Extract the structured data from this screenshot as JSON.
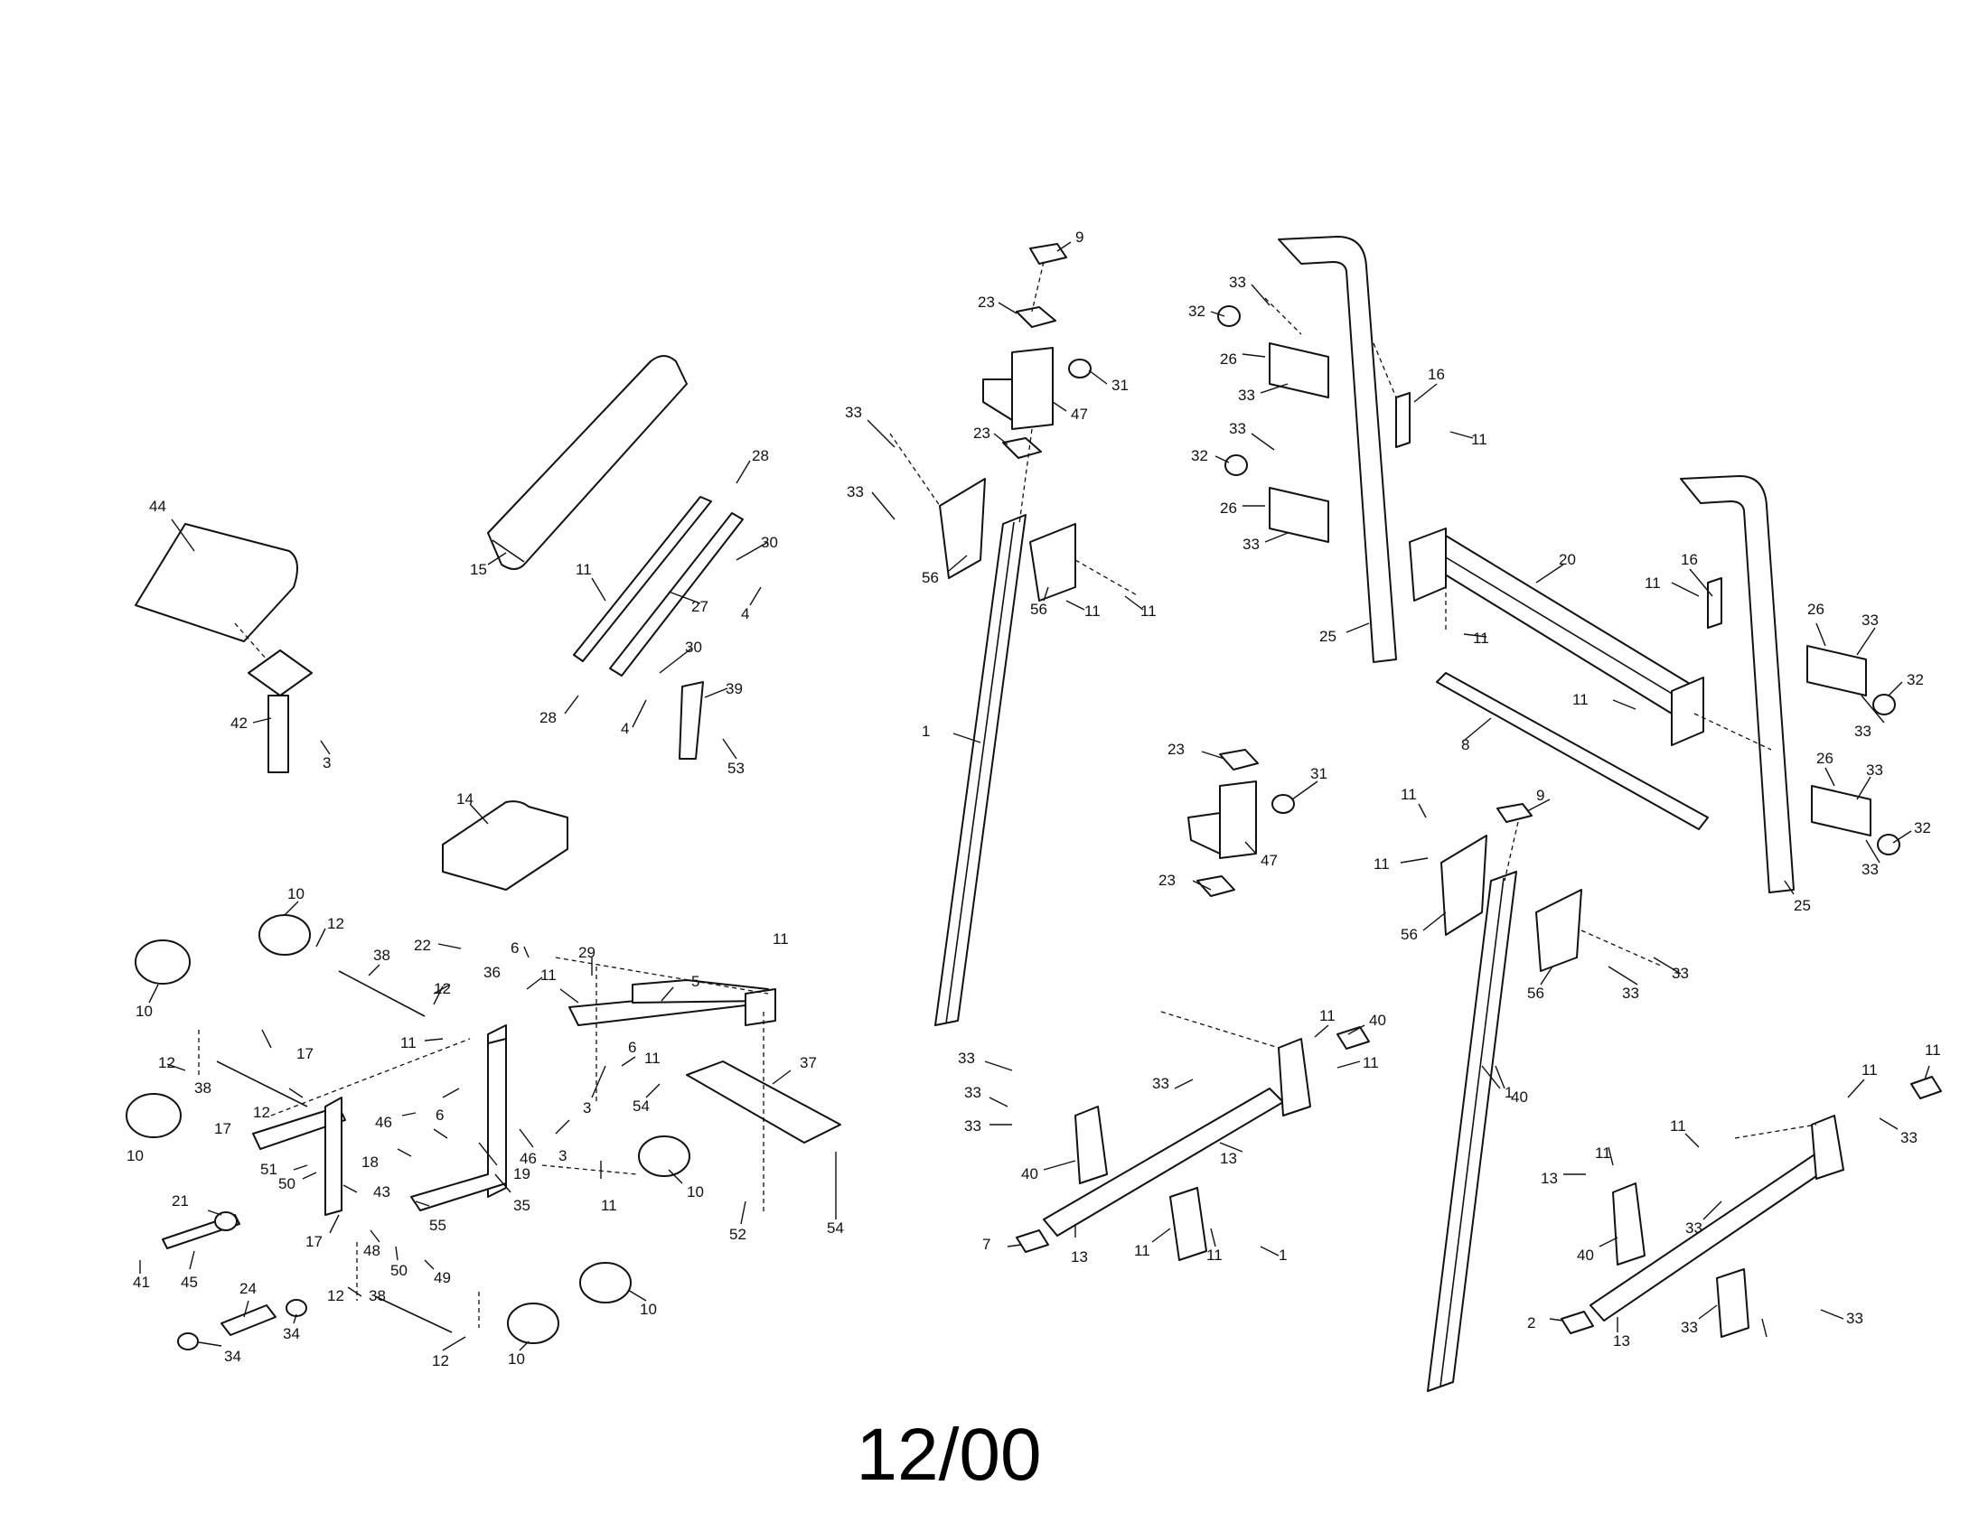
{
  "diagram": {
    "type": "exploded-parts-view",
    "footer_date": "12/00",
    "callouts": [
      {
        "id": "c1",
        "text": "9"
      },
      {
        "id": "c2",
        "text": "23"
      },
      {
        "id": "c3",
        "text": "31"
      },
      {
        "id": "c4",
        "text": "47"
      },
      {
        "id": "c5",
        "text": "23"
      },
      {
        "id": "c6",
        "text": "33"
      },
      {
        "id": "c7",
        "text": "33"
      },
      {
        "id": "c8",
        "text": "56"
      },
      {
        "id": "c9",
        "text": "56"
      },
      {
        "id": "c10",
        "text": "11"
      },
      {
        "id": "c11",
        "text": "11"
      },
      {
        "id": "c12",
        "text": "1"
      },
      {
        "id": "c13",
        "text": "44"
      },
      {
        "id": "c14",
        "text": "42"
      },
      {
        "id": "c15",
        "text": "3"
      },
      {
        "id": "c16",
        "text": "15"
      },
      {
        "id": "c17",
        "text": "28"
      },
      {
        "id": "c18",
        "text": "30"
      },
      {
        "id": "c19",
        "text": "4"
      },
      {
        "id": "c20",
        "text": "11"
      },
      {
        "id": "c21",
        "text": "27"
      },
      {
        "id": "c22",
        "text": "30"
      },
      {
        "id": "c23",
        "text": "28"
      },
      {
        "id": "c24",
        "text": "4"
      },
      {
        "id": "c25",
        "text": "39"
      },
      {
        "id": "c26",
        "text": "53"
      },
      {
        "id": "c27",
        "text": "33"
      },
      {
        "id": "c28",
        "text": "32"
      },
      {
        "id": "c29",
        "text": "26"
      },
      {
        "id": "c30",
        "text": "33"
      },
      {
        "id": "c31",
        "text": "16"
      },
      {
        "id": "c32",
        "text": "11"
      },
      {
        "id": "c33",
        "text": "33"
      },
      {
        "id": "c34",
        "text": "32"
      },
      {
        "id": "c35",
        "text": "26"
      },
      {
        "id": "c36",
        "text": "33"
      },
      {
        "id": "c37",
        "text": "20"
      },
      {
        "id": "c38",
        "text": "25"
      },
      {
        "id": "c39",
        "text": "11"
      },
      {
        "id": "c40",
        "text": "16"
      },
      {
        "id": "c41",
        "text": "11"
      },
      {
        "id": "c42",
        "text": "26"
      },
      {
        "id": "c43",
        "text": "33"
      },
      {
        "id": "c44",
        "text": "32"
      },
      {
        "id": "c45",
        "text": "33"
      },
      {
        "id": "c46",
        "text": "8"
      },
      {
        "id": "c47",
        "text": "11"
      },
      {
        "id": "c48",
        "text": "26"
      },
      {
        "id": "c49",
        "text": "33"
      },
      {
        "id": "c50",
        "text": "32"
      },
      {
        "id": "c51",
        "text": "33"
      },
      {
        "id": "c52",
        "text": "25"
      },
      {
        "id": "c53",
        "text": "23"
      },
      {
        "id": "c54",
        "text": "31"
      },
      {
        "id": "c55",
        "text": "47"
      },
      {
        "id": "c56",
        "text": "23"
      },
      {
        "id": "c57",
        "text": "11"
      },
      {
        "id": "c58",
        "text": "11"
      },
      {
        "id": "c59",
        "text": "9"
      },
      {
        "id": "c60",
        "text": "56"
      },
      {
        "id": "c61",
        "text": "56"
      },
      {
        "id": "c62",
        "text": "33"
      },
      {
        "id": "c63",
        "text": "33"
      },
      {
        "id": "c64",
        "text": "1"
      },
      {
        "id": "c65",
        "text": "14"
      },
      {
        "id": "c66",
        "text": "10"
      },
      {
        "id": "c67",
        "text": "12"
      },
      {
        "id": "c68",
        "text": "38"
      },
      {
        "id": "c69",
        "text": "10"
      },
      {
        "id": "c70",
        "text": "22"
      },
      {
        "id": "c71",
        "text": "6"
      },
      {
        "id": "c72",
        "text": "29"
      },
      {
        "id": "c73",
        "text": "5"
      },
      {
        "id": "c74",
        "text": "11"
      },
      {
        "id": "c75",
        "text": "36"
      },
      {
        "id": "c76",
        "text": "12"
      },
      {
        "id": "c77",
        "text": "11"
      },
      {
        "id": "c78",
        "text": "11"
      },
      {
        "id": "c79",
        "text": "12"
      },
      {
        "id": "c80",
        "text": "38"
      },
      {
        "id": "c81",
        "text": "17"
      },
      {
        "id": "c82",
        "text": "12"
      },
      {
        "id": "c83",
        "text": "6"
      },
      {
        "id": "c84",
        "text": "11"
      },
      {
        "id": "c85",
        "text": "54"
      },
      {
        "id": "c86",
        "text": "37"
      },
      {
        "id": "c87",
        "text": "3"
      },
      {
        "id": "c88",
        "text": "3"
      },
      {
        "id": "c89",
        "text": "46"
      },
      {
        "id": "c90",
        "text": "6"
      },
      {
        "id": "c91",
        "text": "10"
      },
      {
        "id": "c92",
        "text": "17"
      },
      {
        "id": "c93",
        "text": "18"
      },
      {
        "id": "c94",
        "text": "51"
      },
      {
        "id": "c95",
        "text": "50"
      },
      {
        "id": "c96",
        "text": "43"
      },
      {
        "id": "c97",
        "text": "46"
      },
      {
        "id": "c98",
        "text": "19"
      },
      {
        "id": "c99",
        "text": "10"
      },
      {
        "id": "c100",
        "text": "21"
      },
      {
        "id": "c101",
        "text": "35"
      },
      {
        "id": "c102",
        "text": "11"
      },
      {
        "id": "c103",
        "text": "52"
      },
      {
        "id": "c104",
        "text": "54"
      },
      {
        "id": "c105",
        "text": "17"
      },
      {
        "id": "c106",
        "text": "55"
      },
      {
        "id": "c107",
        "text": "48"
      },
      {
        "id": "c108",
        "text": "50"
      },
      {
        "id": "c109",
        "text": "49"
      },
      {
        "id": "c110",
        "text": "41"
      },
      {
        "id": "c111",
        "text": "45"
      },
      {
        "id": "c112",
        "text": "24"
      },
      {
        "id": "c113",
        "text": "12"
      },
      {
        "id": "c114",
        "text": "38"
      },
      {
        "id": "c115",
        "text": "10"
      },
      {
        "id": "c116",
        "text": "34"
      },
      {
        "id": "c117",
        "text": "34"
      },
      {
        "id": "c118",
        "text": "12"
      },
      {
        "id": "c119",
        "text": "10"
      },
      {
        "id": "c120",
        "text": "33"
      },
      {
        "id": "c121",
        "text": "40"
      },
      {
        "id": "c122",
        "text": "11"
      },
      {
        "id": "c123",
        "text": "11"
      },
      {
        "id": "c124",
        "text": "33"
      },
      {
        "id": "c125",
        "text": "33"
      },
      {
        "id": "c126",
        "text": "33"
      },
      {
        "id": "c127",
        "text": "13"
      },
      {
        "id": "c128",
        "text": "40"
      },
      {
        "id": "c129",
        "text": "7"
      },
      {
        "id": "c130",
        "text": "13"
      },
      {
        "id": "c131",
        "text": "11"
      },
      {
        "id": "c132",
        "text": "11"
      },
      {
        "id": "c133",
        "text": "1"
      },
      {
        "id": "c134",
        "text": "40"
      },
      {
        "id": "c135",
        "text": "11"
      },
      {
        "id": "c136",
        "text": "11"
      },
      {
        "id": "c137",
        "text": "33"
      },
      {
        "id": "c138",
        "text": "11"
      },
      {
        "id": "c139",
        "text": "11"
      },
      {
        "id": "c140",
        "text": "13"
      },
      {
        "id": "c141",
        "text": "33"
      },
      {
        "id": "c142",
        "text": "40"
      },
      {
        "id": "c143",
        "text": "2"
      },
      {
        "id": "c144",
        "text": "13"
      },
      {
        "id": "c145",
        "text": "33"
      },
      {
        "id": "c146",
        "text": "33"
      }
    ]
  }
}
